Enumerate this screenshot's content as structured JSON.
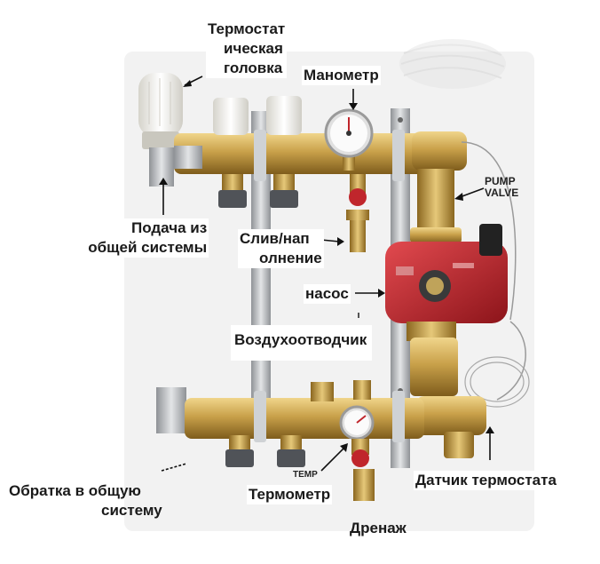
{
  "labels": {
    "thermo_head": [
      "Термостат",
      "ическая",
      "головка"
    ],
    "manometer": "Манометр",
    "pump_valve": [
      "PUMP",
      "VALVE"
    ],
    "supply": [
      "Подача из",
      "общей системы"
    ],
    "drain_fill": [
      "Слив/нап",
      "олнение"
    ],
    "pump": "насос",
    "air_vent": "Воздухоотводчик",
    "return": [
      "Обратка в общую",
      "систему"
    ],
    "temp_small": "TEMP",
    "thermometer": "Термометр",
    "sensor": "Датчик термостата",
    "drainage": "Дренаж"
  },
  "colors": {
    "brass": "#c9a14a",
    "brass_dark": "#8e6a22",
    "pump_red": "#c0262c",
    "steel": "#b9bcc0",
    "backplate": "#efefef",
    "cap_white": "#f1f0ea",
    "label": "#1a1a1a"
  }
}
